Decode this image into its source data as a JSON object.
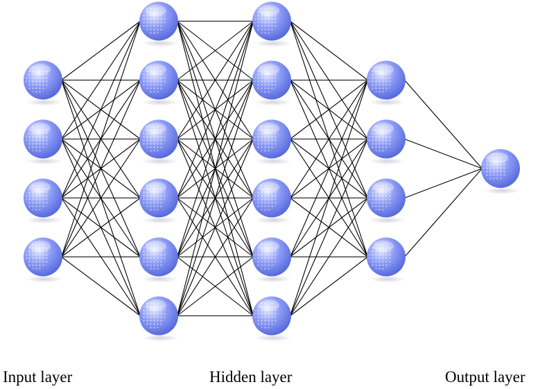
{
  "diagram": {
    "type": "fully-connected-neural-network",
    "labels": {
      "input": "Input layer",
      "hidden": "Hidden layer",
      "output": "Output layer"
    },
    "layers": [
      {
        "role": "input",
        "neurons": 4
      },
      {
        "role": "hidden",
        "neurons": 6
      },
      {
        "role": "hidden",
        "neurons": 6
      },
      {
        "role": "hidden",
        "neurons": 4
      },
      {
        "role": "output",
        "neurons": 1
      }
    ],
    "colors": {
      "neuron_highlight": "#e8ecff",
      "neuron_mid": "#8d9cf6",
      "neuron_dark": "#4f62d8",
      "connection": "#000000"
    }
  }
}
